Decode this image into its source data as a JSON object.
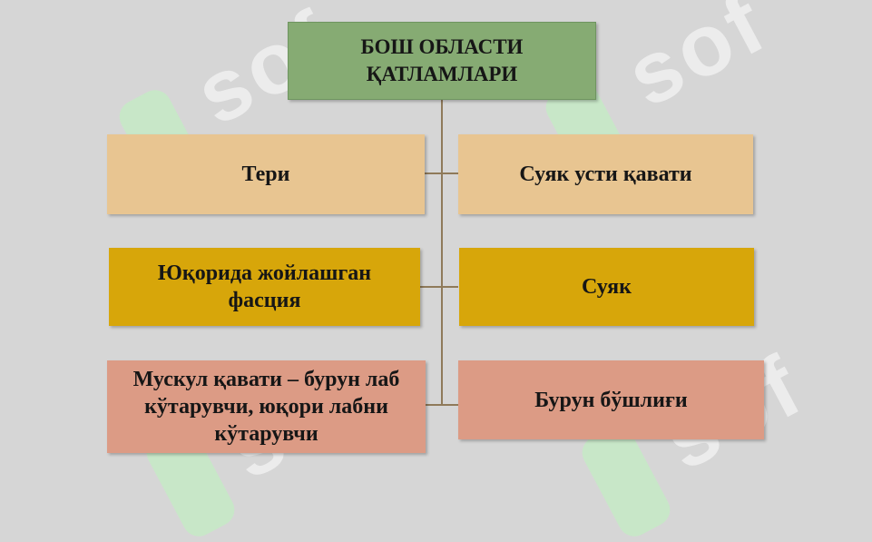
{
  "diagram": {
    "title": "БОШ ОБЛАСТИ ҚАТЛАМЛАРИ",
    "left": [
      "Тери",
      "Юқорида жойлашган фасция",
      "Мускул қавати – бурун лаб кўтарувчи, юқори лабни кўтарувчи"
    ],
    "right": [
      "Суяк усти қавати",
      "Суяк",
      "Бурун бўшлиғи"
    ]
  },
  "watermark": "sof",
  "colors": {
    "background": "#d6d6d6",
    "title_box": "#86ab73",
    "layer_light": "#e8c591",
    "layer_gold": "#d7a60a",
    "layer_rose": "#dc9b85",
    "connector": "#8f7a5a"
  }
}
